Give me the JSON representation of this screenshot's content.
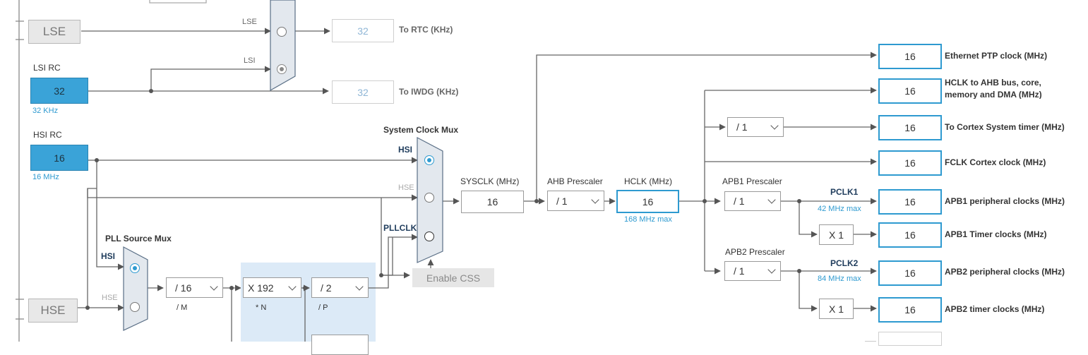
{
  "sources": {
    "lse_label": "LSE",
    "hse_label": "HSE",
    "lsi_title": "LSI RC",
    "lsi_value": "32",
    "lsi_freq": "32 KHz",
    "hsi_title": "HSI RC",
    "hsi_value": "16",
    "hsi_freq": "16 MHz"
  },
  "rtc_mux": {
    "in_lse": "LSE",
    "in_lsi": "LSI",
    "rtc_value": "32",
    "rtc_label": "To RTC (KHz)",
    "iwdg_value": "32",
    "iwdg_label": "To IWDG (KHz)"
  },
  "pll": {
    "mux_title": "PLL Source Mux",
    "in_hsi": "HSI",
    "in_hse": "HSE",
    "m_value": "/ 16",
    "m_label": "/ M",
    "n_value": "X 192",
    "n_label": "* N",
    "p_value": "/ 2",
    "p_label": "/ P"
  },
  "sys_mux": {
    "title": "System Clock Mux",
    "in_hsi": "HSI",
    "in_hse": "HSE",
    "in_pll": "PLLCLK",
    "css_label": "Enable CSS"
  },
  "sysclk": {
    "label": "SYSCLK (MHz)",
    "value": "16"
  },
  "ahb": {
    "label": "AHB Prescaler",
    "value": "/ 1"
  },
  "hclk": {
    "label": "HCLK (MHz)",
    "value": "16",
    "note": "168 MHz max"
  },
  "cortex_div": {
    "value": "/ 1"
  },
  "apb1": {
    "label": "APB1 Prescaler",
    "value": "/ 1",
    "pclk_label": "PCLK1",
    "pclk_note": "42 MHz max",
    "timer_mult": "X 1"
  },
  "apb2": {
    "label": "APB2 Prescaler",
    "value": "/ 1",
    "pclk_label": "PCLK2",
    "pclk_note": "84 MHz max",
    "timer_mult": "X 1"
  },
  "outputs": [
    {
      "value": "16",
      "label": "Ethernet PTP clock (MHz)"
    },
    {
      "value": "16",
      "label": "HCLK to AHB bus, core,",
      "label2": "memory and DMA (MHz)"
    },
    {
      "value": "16",
      "label": "To Cortex System timer (MHz)"
    },
    {
      "value": "16",
      "label": "FCLK Cortex clock (MHz)"
    },
    {
      "value": "16",
      "label": "APB1 peripheral clocks (MHz)"
    },
    {
      "value": "16",
      "label": "APB1 Timer clocks (MHz)"
    },
    {
      "value": "16",
      "label": "APB2 peripheral clocks (MHz)"
    },
    {
      "value": "16",
      "label": "APB2 timer clocks (MHz)"
    }
  ]
}
